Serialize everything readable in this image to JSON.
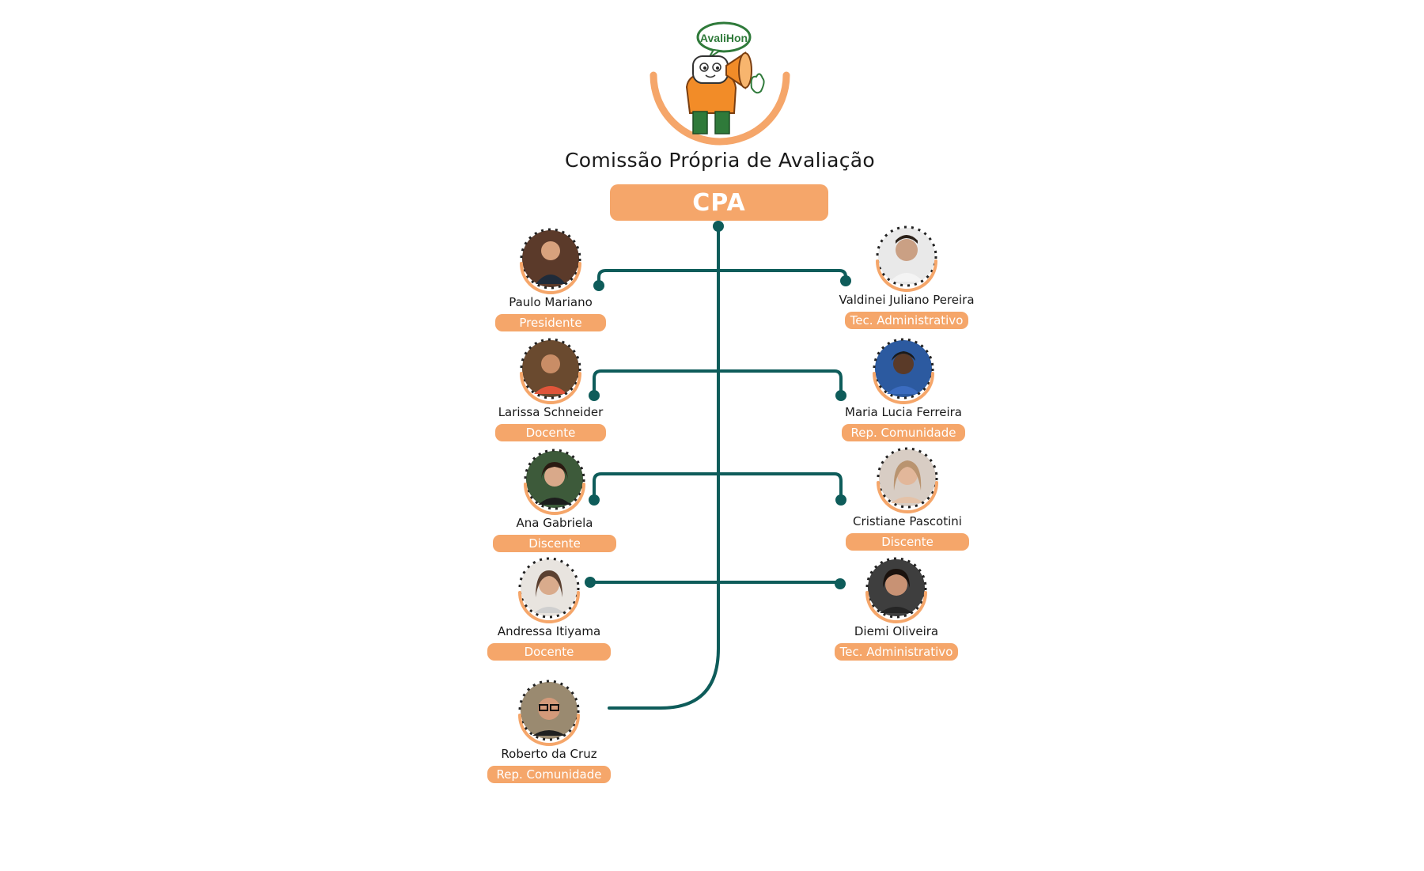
{
  "logo": {
    "text": "AvaliHon"
  },
  "header": {
    "subtitle": "Comissão Própria de Avaliação",
    "title": "CPA"
  },
  "colors": {
    "accent_orange": "#f5a66a",
    "connector_teal": "#0e5c5a",
    "mascot_green": "#2f7a3a",
    "mascot_orange": "#f28c28"
  },
  "members": [
    {
      "name": "Paulo Mariano",
      "role": "Presidente"
    },
    {
      "name": "Valdinei Juliano Pereira",
      "role": "Tec. Administrativo"
    },
    {
      "name": "Larissa Schneider",
      "role": "Docente"
    },
    {
      "name": "Maria Lucia Ferreira",
      "role": "Rep. Comunidade"
    },
    {
      "name": "Ana Gabriela",
      "role": "Discente"
    },
    {
      "name": "Cristiane Pascotini",
      "role": "Discente"
    },
    {
      "name": "Andressa Itiyama",
      "role": "Docente"
    },
    {
      "name": "Diemi Oliveira",
      "role": "Tec. Administrativo"
    },
    {
      "name": "Roberto da Cruz",
      "role": "Rep. Comunidade"
    }
  ]
}
